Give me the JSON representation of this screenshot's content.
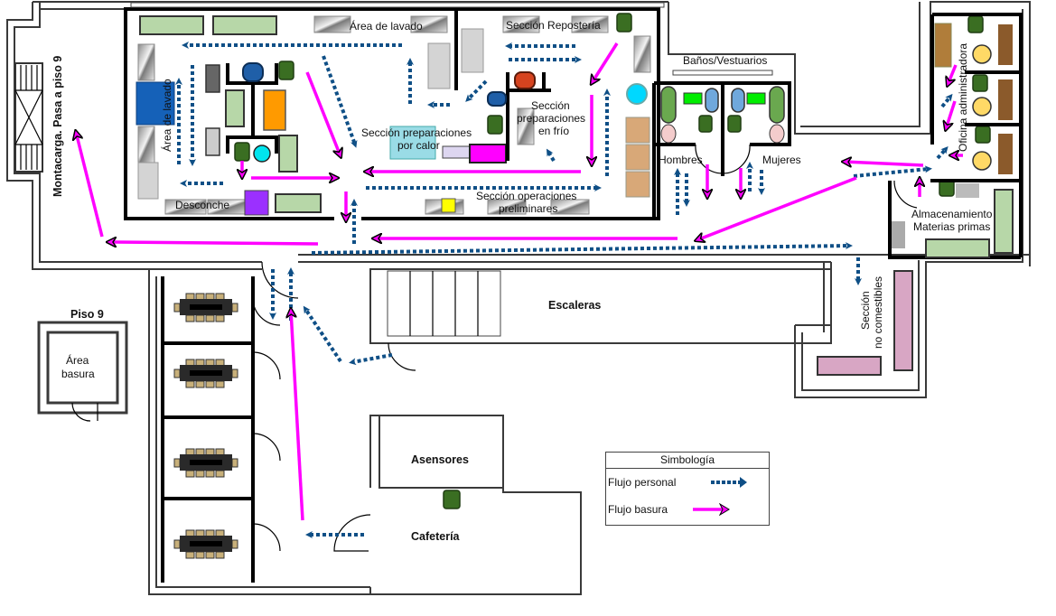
{
  "title": "Plano de flujos - Cocina",
  "labels": {
    "montacarga": "Montacarga. Pasa a piso 9",
    "area_lavado_top": "Área de lavado",
    "area_lavado_left": "Área de lavado",
    "seccion_reposteria": "Sección Repostería",
    "banos": "Baños/Vestuarios",
    "hombres": "Hombres",
    "mujeres": "Mujeres",
    "oficina": "Oficina administradora",
    "prep_calor_1": "Sección preparaciones",
    "prep_calor_2": "por calor",
    "prep_frio_1": "Sección",
    "prep_frio_2": "preparaciones",
    "prep_frio_3": "en frío",
    "desconche": "Desconche",
    "op_prelim_1": "Sección operaciones",
    "op_prelim_2": "preliminares",
    "almacen_1": "Almacenamiento",
    "almacen_2": "Materias primas",
    "no_comest_1": "Sección",
    "no_comest_2": "no comestibles",
    "escaleras": "Escaleras",
    "piso9": "Piso 9",
    "area_basura_1": "Área",
    "area_basura_2": "basura",
    "asensores": "Asensores",
    "cafeteria": "Cafetería"
  },
  "legend": {
    "title": "Simbología",
    "items": [
      {
        "label": "Flujo personal",
        "style": "dotted-arrow",
        "color": "#0f4f86"
      },
      {
        "label": "Flujo basura",
        "style": "solid-arrow",
        "color": "#ff00ff"
      }
    ]
  },
  "colors": {
    "personal_flow": "#0f4f86",
    "waste_flow": "#ff00ff",
    "equipment_green": "#b7d7a8",
    "trash_bin": "#3a6e22",
    "non_edible_storage": "#d8a6c4"
  }
}
